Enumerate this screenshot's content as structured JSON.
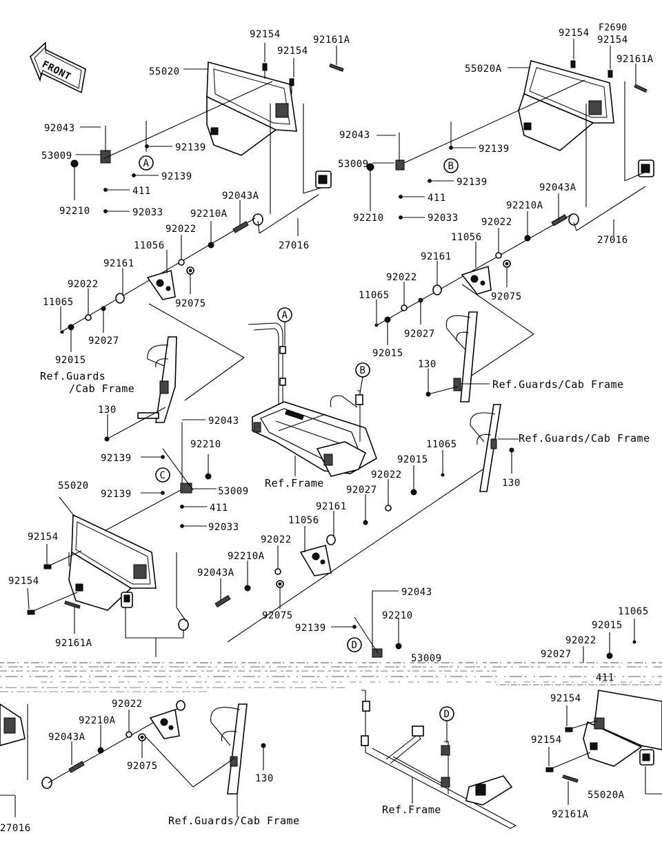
{
  "diagram_code": "F2690",
  "front_arrow": {
    "label": "FRONT",
    "icon": "front-arrow-icon"
  },
  "labels": [
    {
      "id": "tl-92154a",
      "text": "92154"
    },
    {
      "id": "tl-92154b",
      "text": "92154"
    },
    {
      "id": "tl-92161A",
      "text": "92161A"
    },
    {
      "id": "tl-55020",
      "text": "55020"
    },
    {
      "id": "tl-92043",
      "text": "92043"
    },
    {
      "id": "tl-92139a",
      "text": "92139"
    },
    {
      "id": "tl-53009",
      "text": "53009"
    },
    {
      "id": "tl-92139b",
      "text": "92139"
    },
    {
      "id": "tl-411",
      "text": "411"
    },
    {
      "id": "tl-92210",
      "text": "92210"
    },
    {
      "id": "tl-92033",
      "text": "92033"
    },
    {
      "id": "tl-92043A",
      "text": "92043A"
    },
    {
      "id": "tl-92210A",
      "text": "92210A"
    },
    {
      "id": "tl-92022a",
      "text": "92022"
    },
    {
      "id": "tl-11056",
      "text": "11056"
    },
    {
      "id": "tl-27016",
      "text": "27016"
    },
    {
      "id": "tl-92161",
      "text": "92161"
    },
    {
      "id": "tl-92022b",
      "text": "92022"
    },
    {
      "id": "tl-11065",
      "text": "11065"
    },
    {
      "id": "tl-92075",
      "text": "92075"
    },
    {
      "id": "tl-92027",
      "text": "92027"
    },
    {
      "id": "tl-92015",
      "text": "92015"
    },
    {
      "id": "tl-ref1",
      "text": "Ref.Guards"
    },
    {
      "id": "tl-ref2",
      "text": "/Cab Frame"
    },
    {
      "id": "tl-130",
      "text": "130"
    },
    {
      "id": "tr-92154a",
      "text": "92154"
    },
    {
      "id": "tr-92154b",
      "text": "92154"
    },
    {
      "id": "tr-92161A",
      "text": "92161A"
    },
    {
      "id": "tr-55020A",
      "text": "55020A"
    },
    {
      "id": "tr-92043",
      "text": "92043"
    },
    {
      "id": "tr-92139a",
      "text": "92139"
    },
    {
      "id": "tr-53009",
      "text": "53009"
    },
    {
      "id": "tr-92139b",
      "text": "92139"
    },
    {
      "id": "tr-411",
      "text": "411"
    },
    {
      "id": "tr-92210",
      "text": "92210"
    },
    {
      "id": "tr-92033",
      "text": "92033"
    },
    {
      "id": "tr-92043A",
      "text": "92043A"
    },
    {
      "id": "tr-92210A",
      "text": "92210A"
    },
    {
      "id": "tr-27016",
      "text": "27016"
    },
    {
      "id": "tr-92022a",
      "text": "92022"
    },
    {
      "id": "tr-11056",
      "text": "11056"
    },
    {
      "id": "tr-92161",
      "text": "92161"
    },
    {
      "id": "tr-92022b",
      "text": "92022"
    },
    {
      "id": "tr-11065",
      "text": "11065"
    },
    {
      "id": "tr-92075",
      "text": "92075"
    },
    {
      "id": "tr-92027",
      "text": "92027"
    },
    {
      "id": "tr-92015",
      "text": "92015"
    },
    {
      "id": "tr-130",
      "text": "130"
    },
    {
      "id": "tr-ref",
      "text": "Ref.Guards/Cab Frame"
    },
    {
      "id": "mid-ref-frame",
      "text": "Ref.Frame"
    },
    {
      "id": "mr-ref",
      "text": "Ref.Guards/Cab Frame"
    },
    {
      "id": "mr-130",
      "text": "130"
    },
    {
      "id": "mr-11065",
      "text": "11065"
    },
    {
      "id": "mr-92015",
      "text": "92015"
    },
    {
      "id": "mr-92022",
      "text": "92022"
    },
    {
      "id": "mr-92027",
      "text": "92027"
    },
    {
      "id": "mr-92161",
      "text": "92161"
    },
    {
      "id": "mr-11056",
      "text": "11056"
    },
    {
      "id": "mr-92022b",
      "text": "92022"
    },
    {
      "id": "mr-92210A",
      "text": "92210A"
    },
    {
      "id": "mr-92043A",
      "text": "92043A"
    },
    {
      "id": "mr-92075",
      "text": "92075"
    },
    {
      "id": "ml-92043",
      "text": "92043"
    },
    {
      "id": "ml-92210",
      "text": "92210"
    },
    {
      "id": "ml-92139a",
      "text": "92139"
    },
    {
      "id": "ml-53009",
      "text": "53009"
    },
    {
      "id": "ml-92139b",
      "text": "92139"
    },
    {
      "id": "ml-411",
      "text": "411"
    },
    {
      "id": "ml-92033",
      "text": "92033"
    },
    {
      "id": "ml-55020",
      "text": "55020"
    },
    {
      "id": "ml-92154a",
      "text": "92154"
    },
    {
      "id": "ml-92154b",
      "text": "92154"
    },
    {
      "id": "ml-92161A",
      "text": "92161A"
    },
    {
      "id": "md-92043",
      "text": "92043"
    },
    {
      "id": "md-92210",
      "text": "92210"
    },
    {
      "id": "md-92139",
      "text": "92139"
    },
    {
      "id": "md-53009",
      "text": "53009"
    },
    {
      "id": "br-11065",
      "text": "11065"
    },
    {
      "id": "br-92015",
      "text": "92015"
    },
    {
      "id": "br-92022",
      "text": "92022"
    },
    {
      "id": "br-92027",
      "text": "92027"
    },
    {
      "id": "br-411",
      "text": "411"
    },
    {
      "id": "br-92154a",
      "text": "92154"
    },
    {
      "id": "br-92154b",
      "text": "92154"
    },
    {
      "id": "br-55020A",
      "text": "55020A"
    },
    {
      "id": "br-92161A",
      "text": "92161A"
    },
    {
      "id": "bl-92022",
      "text": "92022"
    },
    {
      "id": "bl-92210A",
      "text": "92210A"
    },
    {
      "id": "bl-92043A",
      "text": "92043A"
    },
    {
      "id": "bl-92075",
      "text": "92075"
    },
    {
      "id": "bl-27016",
      "text": "27016"
    },
    {
      "id": "bl-130",
      "text": "130"
    },
    {
      "id": "bl-ref",
      "text": "Ref.Guards/Cab Frame"
    },
    {
      "id": "bm-ref-frame",
      "text": "Ref.Frame"
    }
  ],
  "callouts": [
    {
      "id": "A1",
      "letter": "A"
    },
    {
      "id": "A2",
      "letter": "A"
    },
    {
      "id": "B1",
      "letter": "B"
    },
    {
      "id": "B2",
      "letter": "B"
    },
    {
      "id": "C1",
      "letter": "C"
    },
    {
      "id": "D1",
      "letter": "D"
    },
    {
      "id": "D2",
      "letter": "D"
    }
  ]
}
